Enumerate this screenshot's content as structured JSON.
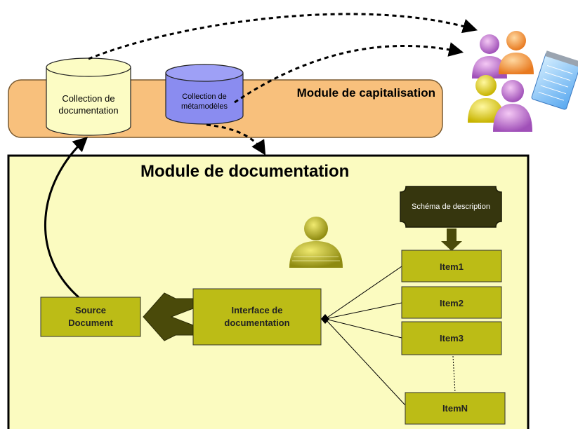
{
  "capitalisation_module": {
    "title": "Module de capitalisation"
  },
  "documentation_module": {
    "title": "Module de documentation"
  },
  "collections": {
    "documentation": {
      "line1": "Collection de",
      "line2": "documentation"
    },
    "metamodels": {
      "line1": "Collection de",
      "line2": "métamodèles"
    }
  },
  "schema": {
    "label": "Schéma de description"
  },
  "interface": {
    "line1": "Interface de",
    "line2": "documentation"
  },
  "source": {
    "line1": "Source",
    "line2": "Document"
  },
  "items": [
    {
      "label": "Item1"
    },
    {
      "label": "Item2"
    },
    {
      "label": "Item3"
    },
    {
      "label": "ItemN"
    }
  ],
  "colors": {
    "capitalisation_fill": "#f8c07c",
    "documentation_fill": "#fbfbc0",
    "doc_collection_fill": "#fcfcc4",
    "meta_collection_fill": "#8a8cf0",
    "box_fill": "#bcbc16",
    "schema_fill": "#36360e",
    "arrow_fill": "#4a4a0a"
  },
  "icons": [
    "user-group-icon",
    "notepad-icon",
    "user-icon"
  ]
}
